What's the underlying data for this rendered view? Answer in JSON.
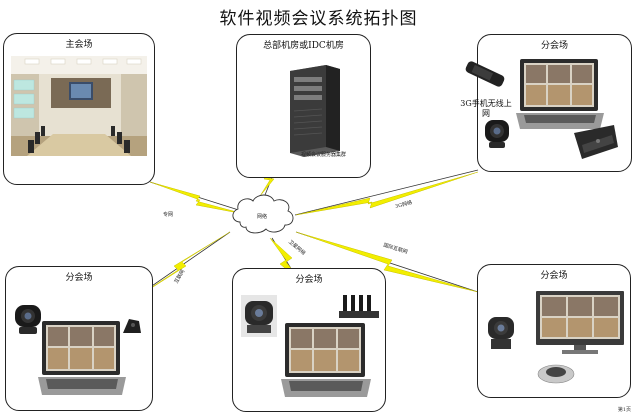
{
  "title": "软件视频会议系统拓扑图",
  "network_cloud_label": "网络",
  "sites": {
    "main": {
      "label": "主会场"
    },
    "hq": {
      "label": "总部机房或IDC机房",
      "server_caption": "视频会议服务器集群"
    },
    "branch_top_right": {
      "label": "分会场",
      "phone_label": "3G手机无线上网"
    },
    "branch_bottom_left": {
      "label": "分会场"
    },
    "branch_bottom_center": {
      "label": "分会场"
    },
    "branch_bottom_right": {
      "label": "分会场"
    }
  },
  "links": {
    "main": "专网",
    "top_right": "3G网络",
    "bottom_left": "互联网",
    "bottom_center": "卫星网络",
    "bottom_right": "国际互联网"
  },
  "page_number": "第1页",
  "colors": {
    "lightning": "#f2ee00",
    "lightning_stroke": "#c8c200",
    "border": "#222222"
  }
}
